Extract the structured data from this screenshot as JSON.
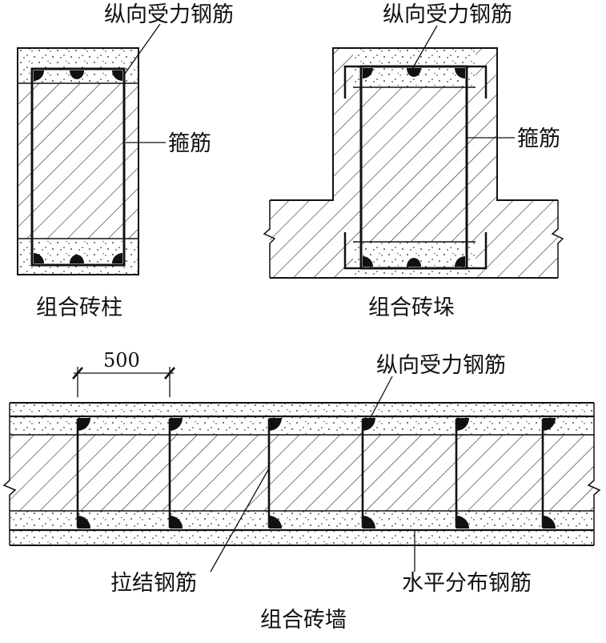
{
  "colors": {
    "ink": "#111111",
    "background": "#ffffff"
  },
  "diagrams": {
    "column": {
      "caption": "组合砖柱",
      "label_longitudinal": "纵向受力钢筋",
      "label_stirrup": "箍筋"
    },
    "pilaster": {
      "caption": "组合砖垛",
      "label_longitudinal": "纵向受力钢筋",
      "label_stirrup": "箍筋"
    },
    "wall": {
      "caption": "组合砖墙",
      "dimension": "500",
      "label_longitudinal": "纵向受力钢筋",
      "label_tie": "拉结钢筋",
      "label_horizontal": "水平分布钢筋"
    }
  }
}
